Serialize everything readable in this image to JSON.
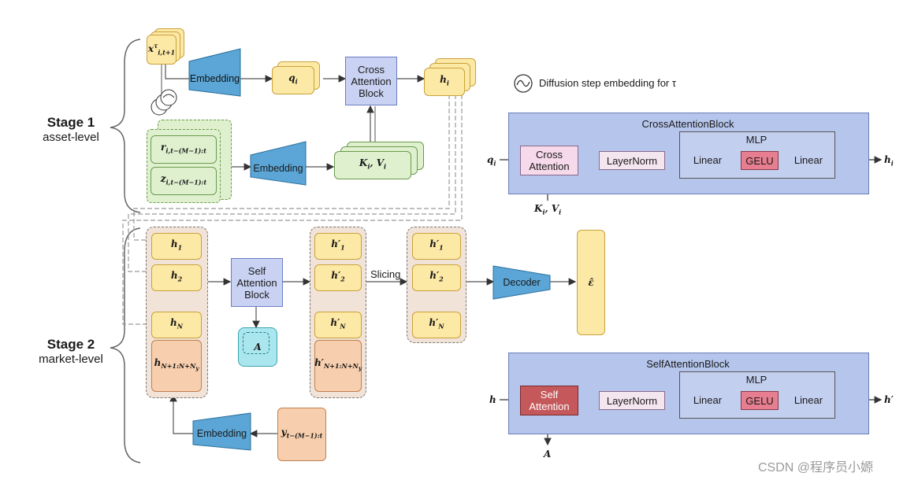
{
  "stage1": {
    "title": "Stage 1",
    "subtitle": "asset-level"
  },
  "stage2": {
    "title": "Stage 2",
    "subtitle": "market-level"
  },
  "legend": {
    "text": "Diffusion step embedding for τ"
  },
  "nodes": {
    "x_input": "x",
    "x_input_sup": "τ",
    "x_input_sub": "i,t+1",
    "embedding_top": "Embedding",
    "q_i": "q",
    "q_i_sub": "i",
    "cross_attention_block": "Cross Attention Block",
    "h_i": "h",
    "h_i_sub": "i",
    "r_input": "r",
    "r_input_sub": "i,t−(M−1):t",
    "z_input": "z",
    "z_input_sub": "i,t−(M−1):t",
    "embedding_mid": "Embedding",
    "kv": "K",
    "kv_sub": "i",
    "kv_comma": ", V",
    "kv_sub2": "i",
    "self_attention_block": "Self Attention Block",
    "a_node": "A",
    "slicing": "Slicing",
    "decoder": "Decoder",
    "eps": "ε̂",
    "embedding_bottom": "Embedding",
    "y_input": "y",
    "y_input_sub": "t−(M−1):t"
  },
  "group1": [
    {
      "base": "h",
      "sub": "1"
    },
    {
      "base": "h",
      "sub": "2"
    },
    {
      "base": "h",
      "sub": "N"
    },
    {
      "base": "h",
      "sub": "N+1:N+N",
      "sub2": "y"
    }
  ],
  "group2": [
    {
      "base": "h′",
      "sub": "1"
    },
    {
      "base": "h′",
      "sub": "2"
    },
    {
      "base": "h′",
      "sub": "N"
    },
    {
      "base": "h′",
      "sub": "N+1:N+N",
      "sub2": "y"
    }
  ],
  "group3": [
    {
      "base": "h′",
      "sub": "1"
    },
    {
      "base": "h′",
      "sub": "2"
    },
    {
      "base": "h′",
      "sub": "N"
    }
  ],
  "cross_panel": {
    "title": "CrossAttentionBlock",
    "input": "q",
    "input_sub": "i",
    "attention": "Cross Attention",
    "layernorm": "LayerNorm",
    "mlp": "MLP",
    "linear1": "Linear",
    "gelu": "GELU",
    "linear2": "Linear",
    "output": "h",
    "output_sub": "i",
    "kv_in": "K",
    "kv_in_sub": "i",
    "kv_in_comma": ", V",
    "kv_in_sub2": "i"
  },
  "self_panel": {
    "title": "SelfAttentionBlock",
    "input": "h",
    "attention": "Self Attention",
    "layernorm": "LayerNorm",
    "mlp": "MLP",
    "linear1": "Linear",
    "gelu": "GELU",
    "linear2": "Linear",
    "output": "h′",
    "a_out": "A"
  },
  "watermark": "CSDN @程序员小嫄"
}
